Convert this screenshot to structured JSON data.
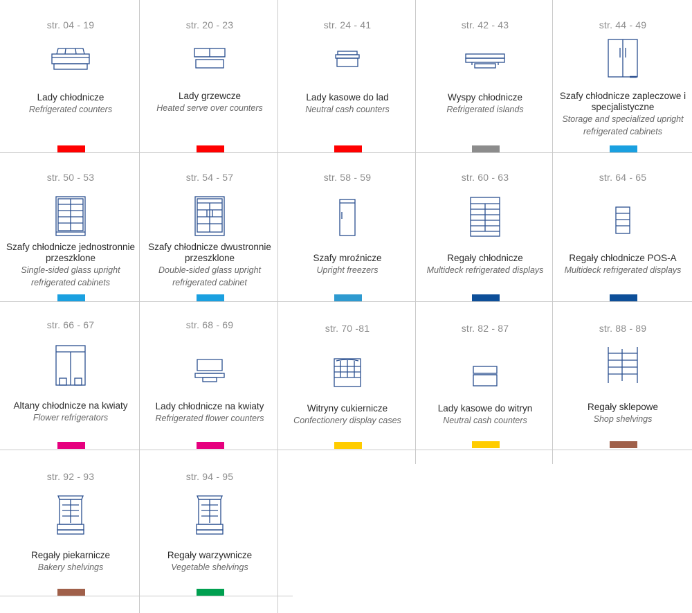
{
  "colors": {
    "icon_stroke": "#2a4f8f",
    "grid_line": "#c9c9c9"
  },
  "categories": [
    {
      "page": "str. 04 - 19",
      "pl": "Lady chłodnicze",
      "en": "Refrigerated counters",
      "color": "#ff0000",
      "icon": "refrigerated-counter-icon"
    },
    {
      "page": "str. 20 - 23",
      "pl": "Lady grzewcze",
      "en": "Heated serve over counters",
      "color": "#ff0000",
      "icon": "heated-counter-icon"
    },
    {
      "page": "str. 24 - 41",
      "pl": "Lady kasowe do lad",
      "en": "Neutral cash counters",
      "color": "#ff0000",
      "icon": "cash-counter-icon"
    },
    {
      "page": "str. 42 - 43",
      "pl": "Wyspy chłodnicze",
      "en": "Refrigerated islands",
      "color": "#8c8c8c",
      "icon": "island-icon"
    },
    {
      "page": "str. 44 - 49",
      "pl": "Szafy chłodnicze zapleczowe i specjalistyczne",
      "en": "Storage and specialized upright refrigerated cabinets",
      "color": "#1aa0e0",
      "icon": "storage-cabinet-icon"
    },
    {
      "page": "str. 50 - 53",
      "pl": "Szafy chłodnicze jednostronnie przeszklone",
      "en": "Single-sided glass upright refrigerated cabinets",
      "color": "#1aa0e0",
      "icon": "single-glass-cabinet-icon"
    },
    {
      "page": "str. 54 - 57",
      "pl": "Szafy chłodnicze dwustronnie przeszklone",
      "en": "Double-sided glass upright refrigerated cabinet",
      "color": "#1aa0e0",
      "icon": "double-glass-cabinet-icon"
    },
    {
      "page": "str. 58 - 59",
      "pl": "Szafy mroźnicze",
      "en": "Upright freezers",
      "color": "#2e9ad0",
      "icon": "freezer-icon"
    },
    {
      "page": "str. 60 - 63",
      "pl": "Regały chłodnicze",
      "en": "Multideck refrigerated displays",
      "color": "#0d4f99",
      "icon": "multideck-icon"
    },
    {
      "page": "str. 64 - 65",
      "pl": "Regały chłodnicze POS-A",
      "en": "Multideck refrigerated displays",
      "color": "#0d4f99",
      "icon": "pos-multideck-icon"
    },
    {
      "page": "str. 66 - 67",
      "pl": "Altany chłodnicze na kwiaty",
      "en": "Flower refrigerators",
      "color": "#e6007e",
      "icon": "flower-refrigerator-icon"
    },
    {
      "page": "str. 68 - 69",
      "pl": "Lady chłodnicze na kwiaty",
      "en": "Refrigerated flower counters",
      "color": "#e6007e",
      "icon": "flower-counter-icon"
    },
    {
      "page": "str. 70 -81",
      "pl": "Witryny cukiernicze",
      "en": "Confectionery display cases",
      "color": "#ffcc00",
      "icon": "confectionery-display-icon"
    },
    {
      "page": "str. 82 - 87",
      "pl": "Lady kasowe do witryn",
      "en": "Neutral cash counters",
      "color": "#ffcc00",
      "icon": "display-cash-counter-icon"
    },
    {
      "page": "str. 88 - 89",
      "pl": "Regały sklepowe",
      "en": "Shop shelvings",
      "color": "#a0604a",
      "icon": "shop-shelving-icon"
    },
    {
      "page": "str. 92 - 93",
      "pl": "Regały piekarnicze",
      "en": "Bakery shelvings",
      "color": "#a0604a",
      "icon": "bakery-shelving-icon"
    },
    {
      "page": "str. 94 - 95",
      "pl": "Regały warzywnicze",
      "en": "Vegetable shelvings",
      "color": "#00a050",
      "icon": "vegetable-shelving-icon"
    }
  ]
}
